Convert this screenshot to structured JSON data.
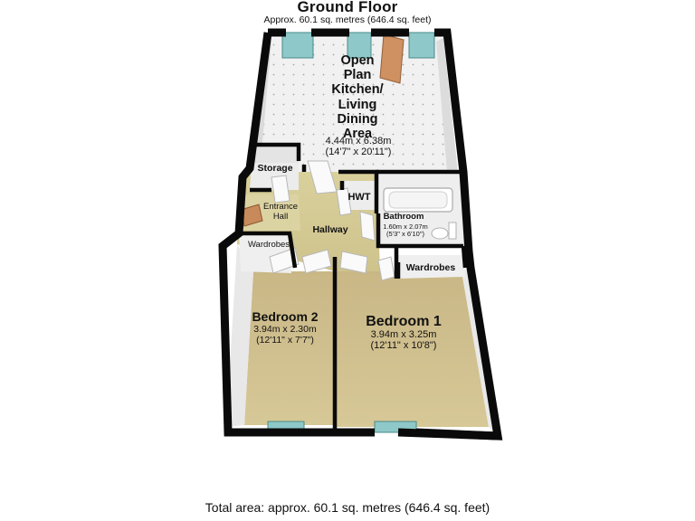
{
  "header": {
    "title": "Ground Floor",
    "subtitle": "Approx. 60.1 sq. metres (646.4 sq. feet)"
  },
  "rooms": {
    "open_plan": {
      "name": "Open\nPlan\nKitchen/\nLiving\nDining\nArea",
      "dims": "4.44m x 6.38m\n(14'7\" x 20'11\")"
    },
    "storage": {
      "name": "Storage"
    },
    "entrance_hall": {
      "name": "Entrance\nHall"
    },
    "hwt": {
      "name": "HWT"
    },
    "hallway": {
      "name": "Hallway"
    },
    "bathroom": {
      "name": "Bathroom",
      "dims": "1.60m x 2.07m\n(5'3\" x 6'10\")"
    },
    "wardrobes_left": {
      "name": "Wardrobes"
    },
    "wardrobes_right": {
      "name": "Wardrobes"
    },
    "bedroom2": {
      "name": "Bedroom 2",
      "dims": "3.94m x 2.30m\n(12'11\" x 7'7\")"
    },
    "bedroom1": {
      "name": "Bedroom 1",
      "dims": "3.94m x 3.25m\n(12'11\" x 10'8\")"
    }
  },
  "footer": {
    "total_area": "Total area: approx. 60.1 sq. metres (646.4 sq. feet)"
  },
  "colors": {
    "wall": "#0a0a0a",
    "tile_floor": "#f2f2f2",
    "carpet": "#cbb98a",
    "hall_floor": "#d8cf9c",
    "wall_face": "#e6e6e6",
    "window": "#8ec8c8",
    "door_wood": "#c88a5a"
  }
}
